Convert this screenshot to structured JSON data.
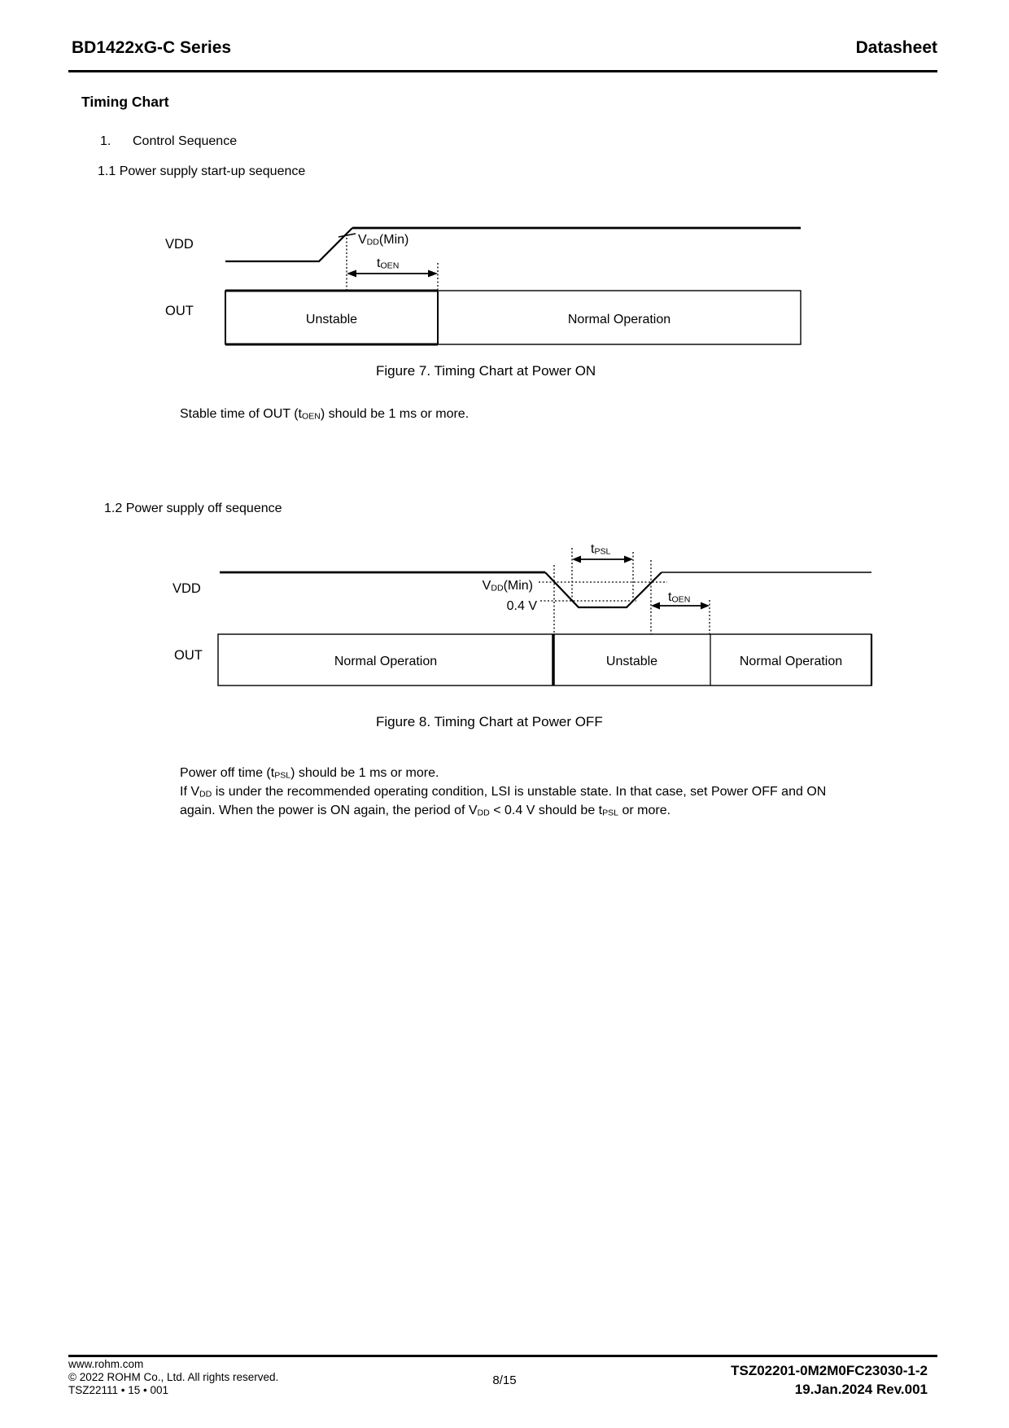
{
  "colors": {
    "ink": "#000000",
    "paper": "#ffffff"
  },
  "header": {
    "title": "BD1422xG-C Series",
    "doc_type": "Datasheet"
  },
  "section": {
    "heading": "Timing Chart",
    "item_number": "1.",
    "item_label": "Control Sequence",
    "sub_1_1": "1.1 Power supply start-up sequence",
    "sub_1_2": "1.2 Power supply off sequence"
  },
  "figure7": {
    "vdd_label": "VDD",
    "out_label": "OUT",
    "vdd_min": [
      {
        "t": "V"
      },
      {
        "t": "DD",
        "sub": true
      },
      {
        "t": "(Min)"
      }
    ],
    "t_oen": [
      {
        "t": "t"
      },
      {
        "t": "OEN",
        "sub": true
      }
    ],
    "cells": {
      "unstable": "Unstable",
      "normal": "Normal Operation"
    },
    "caption": "Figure 7. Timing Chart at Power ON",
    "note": [
      {
        "t": "Stable time of OUT (t"
      },
      {
        "t": "OEN",
        "sub": true
      },
      {
        "t": ") should be 1 ms or more."
      }
    ]
  },
  "figure8": {
    "vdd_label": "VDD",
    "out_label": "OUT",
    "vdd_min": [
      {
        "t": "V"
      },
      {
        "t": "DD",
        "sub": true
      },
      {
        "t": "(Min)"
      }
    ],
    "v_04": "0.4 V",
    "t_psl": [
      {
        "t": "t"
      },
      {
        "t": "PSL",
        "sub": true
      }
    ],
    "t_oen": [
      {
        "t": "t"
      },
      {
        "t": "OEN",
        "sub": true
      }
    ],
    "cells": {
      "normal_before": "Normal Operation",
      "unstable": "Unstable",
      "normal_after": "Normal Operation"
    },
    "caption": "Figure 8. Timing Chart at Power OFF",
    "note_lines": [
      [
        {
          "t": "Power off time (t"
        },
        {
          "t": "PSL",
          "sub": true
        },
        {
          "t": ") should be 1 ms or more."
        }
      ],
      [
        {
          "t": "If V"
        },
        {
          "t": "DD",
          "sub": true
        },
        {
          "t": " is under the recommended operating condition, LSI is unstable state. In that case, set Power OFF and ON"
        }
      ],
      [
        {
          "t": "again. When the power is ON again, the period of V"
        },
        {
          "t": "DD",
          "sub": true
        },
        {
          "t": " < 0.4 V should be t"
        },
        {
          "t": "PSL",
          "sub": true
        },
        {
          "t": " or more."
        }
      ]
    ]
  },
  "footer": {
    "website": "www.rohm.com",
    "copyright": "© 2022 ROHM Co., Ltd. All rights reserved.",
    "doc_code_left": "TSZ22111 • 15 • 001",
    "page_number": "8/15",
    "doc_code_right": "TSZ02201-0M2M0FC23030-1-2",
    "revision": "19.Jan.2024 Rev.001"
  }
}
